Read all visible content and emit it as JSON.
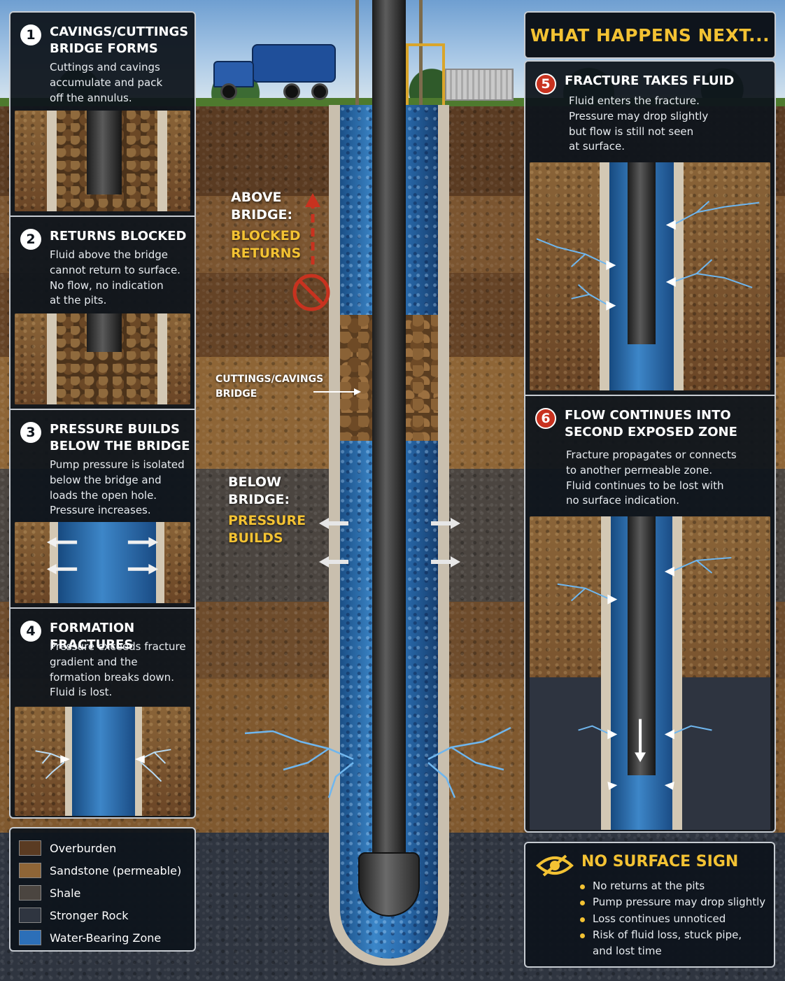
{
  "colors": {
    "accent": "#f3c233",
    "step_badge_red": "#c8321f",
    "panel_bg": "#0e141c",
    "fluid_blue": "#2a6cae",
    "overburden": "#5a3b22",
    "sandstone": "#8e6536",
    "shale": "#4b4540",
    "stronger_rock": "#2f3540",
    "water_zone": "#2c6fb8"
  },
  "callouts": {
    "above_line1": "ABOVE",
    "above_line2": "BRIDGE:",
    "above_gold1": "BLOCKED",
    "above_gold2": "RETURNS",
    "below_line1": "BELOW",
    "below_line2": "BRIDGE:",
    "below_gold1": "PRESSURE",
    "below_gold2": "BUILDS",
    "bridge_line1": "CUTTINGS/CAVINGS",
    "bridge_line2": "BRIDGE"
  },
  "left_steps": [
    {
      "num": "1",
      "title": "CAVINGS/CUTTINGS\nBRIDGE FORMS",
      "text": "Cuttings and cavings\naccumulate and pack\noff the annulus."
    },
    {
      "num": "2",
      "title": "RETURNS BLOCKED",
      "text": "Fluid above the bridge\ncannot return to surface.\nNo flow, no indication\nat the pits."
    },
    {
      "num": "3",
      "title": "PRESSURE BUILDS\nBELOW THE BRIDGE",
      "text": "Pump pressure is isolated\nbelow the bridge and\nloads the open hole.\nPressure increases."
    },
    {
      "num": "4",
      "title": "FORMATION FRACTURES",
      "text": "Pressure exceeds fracture\ngradient and the\nformation breaks down.\nFluid is lost."
    }
  ],
  "right_header": "WHAT HAPPENS NEXT...",
  "right_steps": [
    {
      "num": "5",
      "title": "FRACTURE TAKES FLUID",
      "text": "Fluid enters the fracture.\nPressure may drop slightly\nbut flow is still not seen\nat surface."
    },
    {
      "num": "6",
      "title": "FLOW CONTINUES INTO\nSECOND EXPOSED ZONE",
      "text": "Fracture propagates or connects\nto another permeable zone.\nFluid continues to be lost with\nno surface indication."
    }
  ],
  "legend": [
    {
      "label": "Overburden",
      "color": "#5a3b22"
    },
    {
      "label": "Sandstone (permeable)",
      "color": "#8e6536"
    },
    {
      "label": "Shale",
      "color": "#4b4540"
    },
    {
      "label": "Stronger Rock",
      "color": "#2f3540"
    },
    {
      "label": "Water-Bearing Zone",
      "color": "#2c6fb8"
    }
  ],
  "no_surface": {
    "icon": "crossed-eye-icon",
    "title": "NO SURFACE SIGN",
    "items": [
      "No returns at the pits",
      "Pump pressure may drop slightly",
      "Loss continues unnoticed",
      "Risk of fluid loss, stuck pipe,\nand lost time"
    ]
  }
}
